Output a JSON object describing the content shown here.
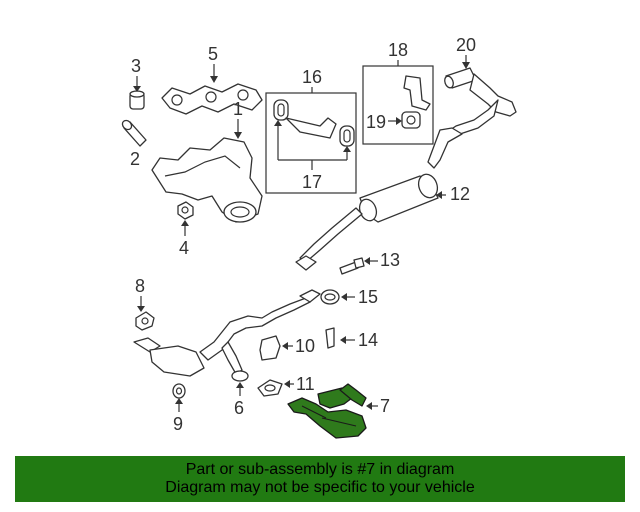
{
  "diagram": {
    "highlight_color": "#2f7a1c",
    "callouts": {
      "n1": "1",
      "n2": "2",
      "n3": "3",
      "n4": "4",
      "n5": "5",
      "n6": "6",
      "n7": "7",
      "n8": "8",
      "n9": "9",
      "n10": "10",
      "n11": "11",
      "n12": "12",
      "n13": "13",
      "n14": "14",
      "n15": "15",
      "n16": "16",
      "n17": "17",
      "n18": "18",
      "n19": "19",
      "n20": "20"
    }
  },
  "footer": {
    "background": "#217a12",
    "line1": "Part or sub-assembly is #7 in diagram",
    "line2": "Diagram may not be specific to your vehicle"
  }
}
